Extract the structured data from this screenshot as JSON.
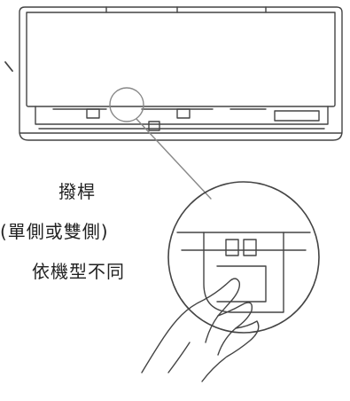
{
  "captions": {
    "line1": "撥桿",
    "line2": "(單側或雙側)",
    "line3": "依機型不同"
  },
  "colors": {
    "line": "#444444",
    "text": "#222222",
    "background": "#ffffff"
  }
}
